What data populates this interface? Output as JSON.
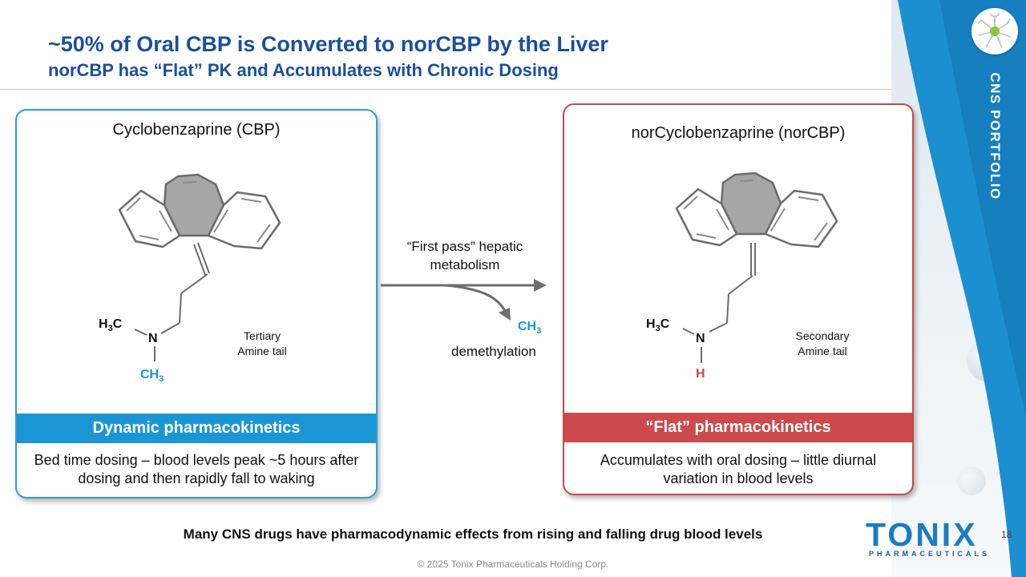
{
  "title": "~50% of Oral CBP is Converted to norCBP by the Liver",
  "subtitle": "norCBP has “Flat” PK and Accumulates with Chronic Dosing",
  "sidebar": {
    "label": "CNS PORTFOLIO",
    "icon": "neuron-icon"
  },
  "left_card": {
    "title": "Cyclobenzaprine (CBP)",
    "tail_label": "Tertiary\nAmine tail",
    "band": "Dynamic pharmacokinetics",
    "description": "Bed time dosing – blood levels peak ~5 hours after dosing and then rapidly fall to waking",
    "atom_n": "N",
    "atom_h3c": "H",
    "atom_h3c_sub": "3",
    "atom_h3c_tail": "C",
    "atom_ch3": "CH",
    "atom_ch3_sub": "3",
    "color": "#2b9fd8"
  },
  "right_card": {
    "title": "norCyclobenzaprine (norCBP)",
    "tail_label": "Secondary\nAmine tail",
    "band": "“Flat” pharmacokinetics",
    "description": "Accumulates with oral dosing – little diurnal variation in blood levels",
    "atom_n": "N",
    "atom_h3c": "H",
    "atom_h3c_sub": "3",
    "atom_h3c_tail": "C",
    "atom_h": "H",
    "color": "#c8494b"
  },
  "middle": {
    "process_label": "“First pass” hepatic metabolism",
    "removed_group": "CH",
    "removed_group_sub": "3",
    "reaction": "demethylation"
  },
  "footer": {
    "note": "Many CNS drugs have pharmacodynamic effects from rising and falling drug blood levels",
    "copyright": "© 2025 Tonix Pharmaceuticals Holding Corp.",
    "page_number": "18"
  },
  "logo": {
    "name": "TONIX",
    "tagline": "PHARMACEUTICALS"
  }
}
